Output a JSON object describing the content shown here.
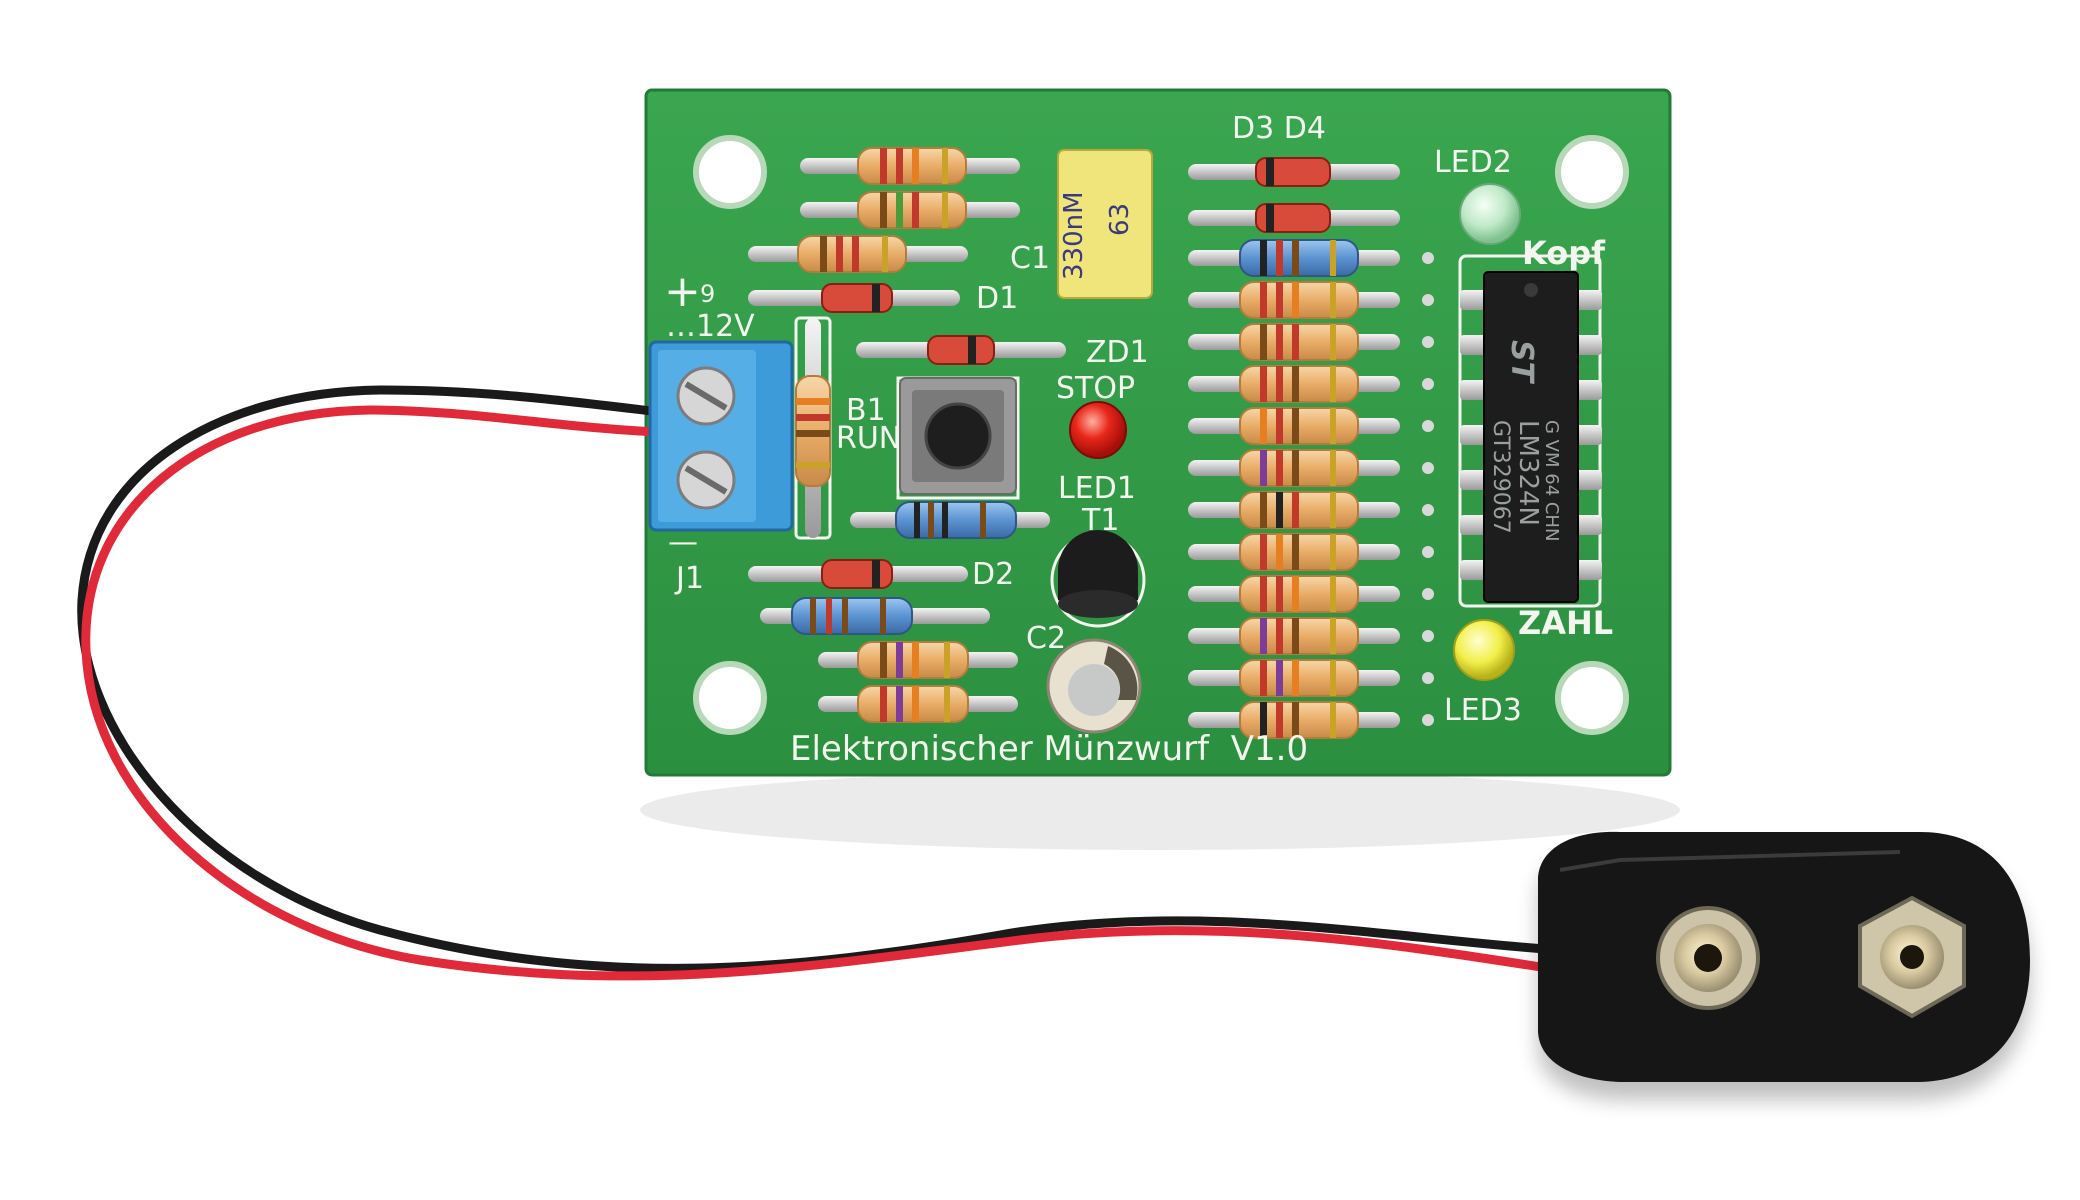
{
  "pcb": {
    "title": "Elektronischer Münzwurf  V1.0",
    "colors": {
      "board": "#2f9a45",
      "silk": "#f2f6ee",
      "pad": "#d8d8d8"
    },
    "labels": {
      "d3_d4": "D3 D4",
      "led2": "LED2",
      "kopf": "Kopf",
      "c1": "C1",
      "d1": "D1",
      "zd1": "ZD1",
      "stop": "STOP",
      "b1": "B1",
      "run": "RUN",
      "led1": "LED1",
      "t1": "T1",
      "d2": "D2",
      "c2": "C2",
      "j1": "J1",
      "led3": "LED3",
      "zahl": "ZAHL",
      "plus": "+",
      "nine": "9",
      "voltage": "…12V",
      "minus": "—"
    },
    "capacitor_c1": {
      "line1": "330nM",
      "line2": "63"
    },
    "ic": {
      "logo": "ST",
      "marking_1": "LM324N",
      "marking_2": "GT329067",
      "marking_3": "G VM 64 CHN"
    }
  },
  "battery_clip": {
    "icon": "battery-clip-icon"
  }
}
